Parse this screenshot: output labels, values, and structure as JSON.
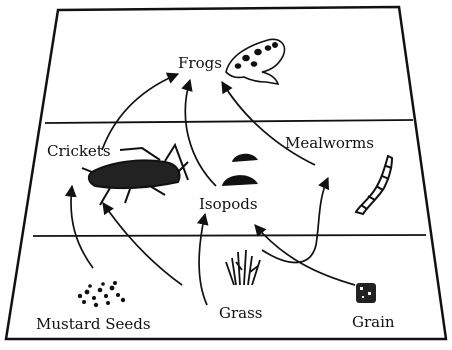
{
  "diagram": {
    "organisms": {
      "frogs": "Frogs",
      "crickets": "Crickets",
      "mealworms": "Mealworms",
      "isopods": "Isopods",
      "mustard_seeds": "Mustard Seeds",
      "grass": "Grass",
      "grain": "Grain"
    },
    "feeding_links": [
      {
        "from": "Crickets",
        "to": "Frogs"
      },
      {
        "from": "Isopods",
        "to": "Frogs"
      },
      {
        "from": "Mealworms",
        "to": "Frogs"
      },
      {
        "from": "Mustard Seeds",
        "to": "Crickets"
      },
      {
        "from": "Grass",
        "to": "Crickets"
      },
      {
        "from": "Grass",
        "to": "Isopods"
      },
      {
        "from": "Grass",
        "to": "Mealworms"
      },
      {
        "from": "Grain",
        "to": "Isopods"
      }
    ],
    "icons": [
      "frog-icon",
      "cricket-icon",
      "isopod-icon",
      "mealworm-icon",
      "mustard-seeds-icon",
      "grass-icon",
      "grain-icon"
    ],
    "colors": {
      "ink": "#111111",
      "paper": "#ffffff"
    }
  }
}
